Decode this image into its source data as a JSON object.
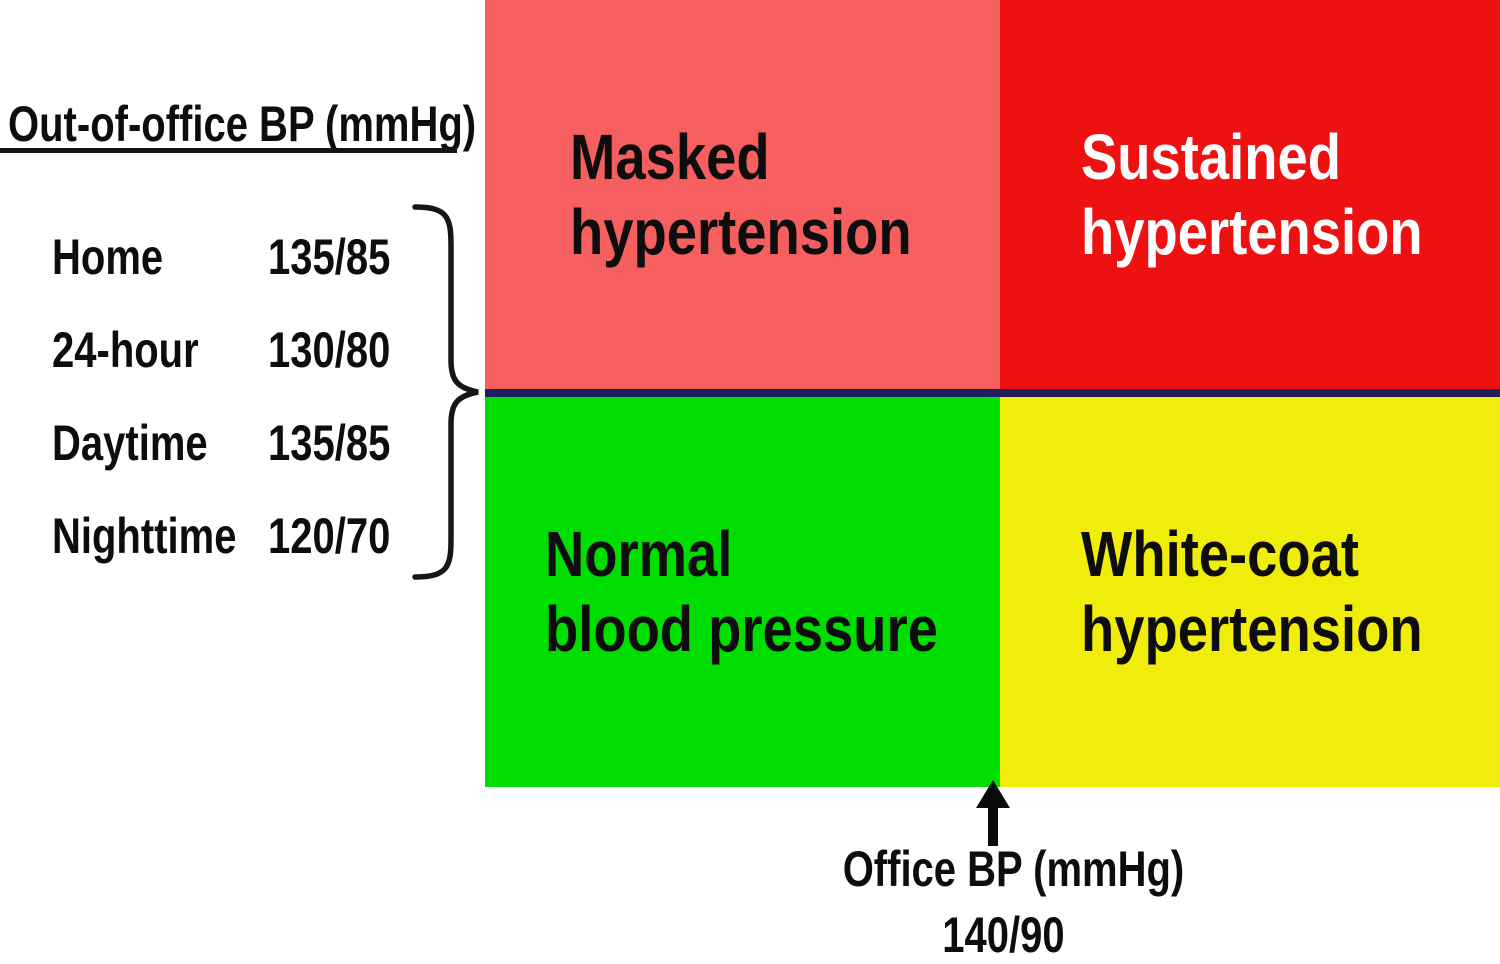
{
  "legend": {
    "title": "Out-of-office BP (mmHg)",
    "rows": [
      {
        "label": "Home",
        "value": "135/85"
      },
      {
        "label": "24-hour",
        "value": "130/80"
      },
      {
        "label": "Daytime",
        "value": "135/85"
      },
      {
        "label": "Nighttime",
        "value": "120/70"
      }
    ]
  },
  "quadrants": {
    "top_left": {
      "label": "Masked\nhypertension",
      "color": "#f55f5f",
      "text_color": "#0d0d0d"
    },
    "top_right": {
      "label": "Sustained\nhypertension",
      "color": "#ee1111",
      "text_color": "#ffffff"
    },
    "bottom_left": {
      "label": "Normal\nblood pressure",
      "color": "#00dd00",
      "text_color": "#0d0d0d"
    },
    "bottom_right": {
      "label": "White-coat\nhypertension",
      "color": "#f1ed0a",
      "text_color": "#0d0d0d"
    }
  },
  "axis": {
    "label": "Office BP (mmHg)",
    "threshold": "140/90"
  },
  "colors": {
    "divider": "#1e1e5f",
    "brace": "#161616",
    "arrow": "#0a0a0a"
  }
}
